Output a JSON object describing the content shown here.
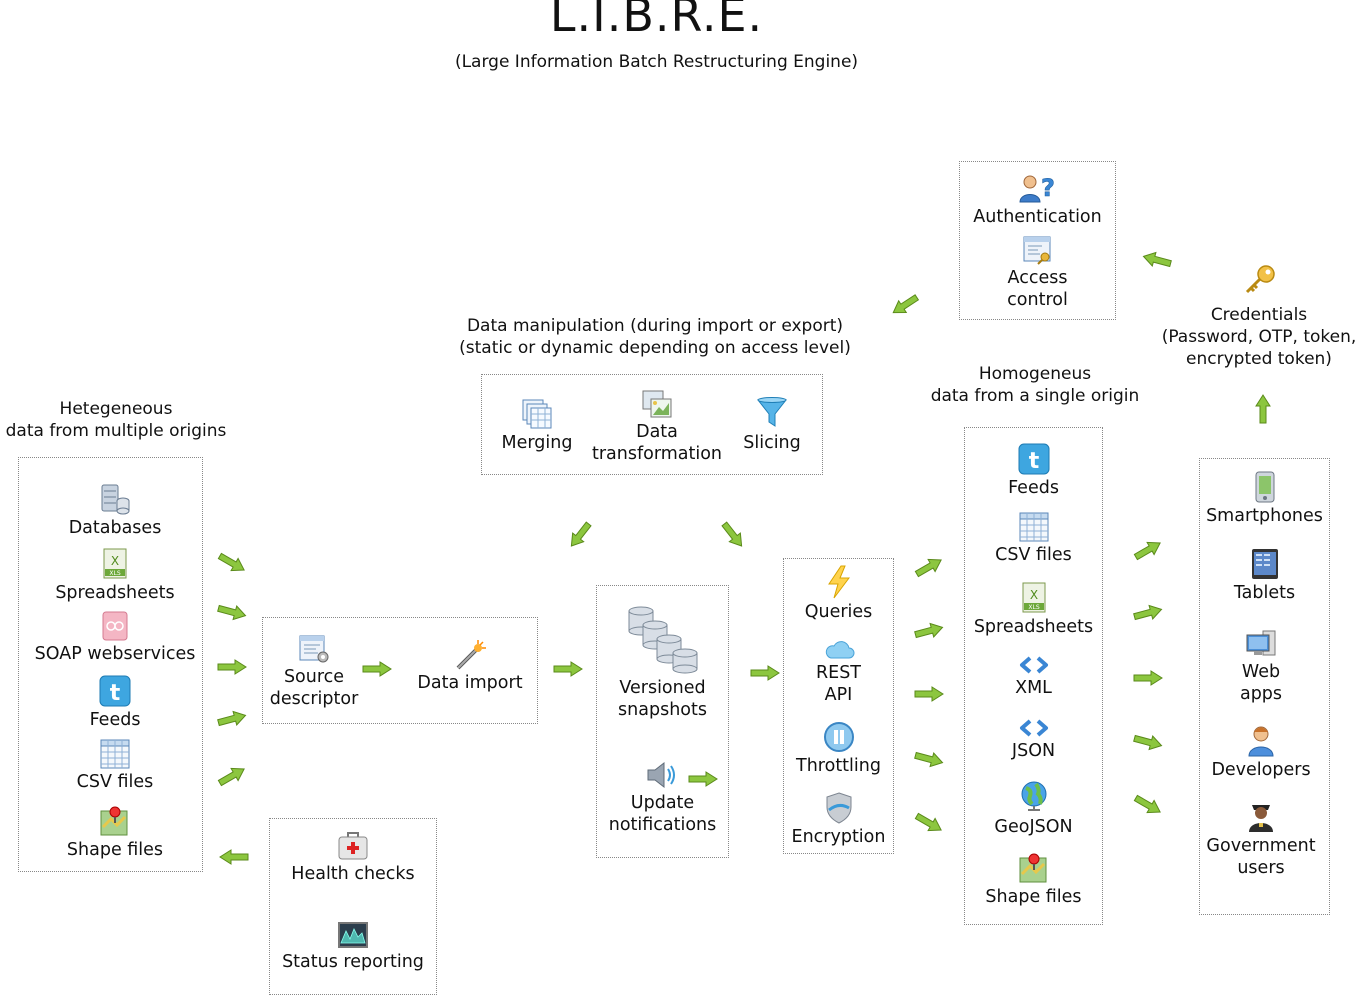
{
  "title": "L.I.B.R.E.",
  "subtitle": "(Large Information Batch Restructuring Engine)",
  "sources": {
    "caption": "Hetegeneous\ndata from multiple origins",
    "items": [
      "Databases",
      "Spreadsheets",
      "SOAP webservices",
      "Feeds",
      "CSV files",
      "Shape files"
    ]
  },
  "import": {
    "source_descriptor": "Source\ndescriptor",
    "data_import": "Data import"
  },
  "monitoring": {
    "health_checks": "Health checks",
    "status_reporting": "Status reporting"
  },
  "manipulation": {
    "caption": "Data manipulation (during import or export)\n(static or dynamic depending on access level)",
    "merging": "Merging",
    "transformation": "Data\ntransformation",
    "slicing": "Slicing"
  },
  "storage": {
    "snapshots": "Versioned\nsnapshots",
    "notifications": "Update\nnotifications"
  },
  "api": {
    "queries": "Queries",
    "rest": "REST\nAPI",
    "throttling": "Throttling",
    "encryption": "Encryption"
  },
  "security": {
    "authentication": "Authentication",
    "access_control": "Access\ncontrol"
  },
  "outputs": {
    "caption": "Homogeneus\ndata from a single origin",
    "items": [
      "Feeds",
      "CSV files",
      "Spreadsheets",
      "XML",
      "JSON",
      "GeoJSON",
      "Shape files"
    ]
  },
  "consumers": {
    "items": [
      "Smartphones",
      "Tablets",
      "Web\napps",
      "Developers",
      "Government\nusers"
    ]
  },
  "credentials": "Credentials\n(Password, OTP, token,\nencrypted token)",
  "colors": {
    "arrow_fill": "#8cc63f",
    "arrow_stroke": "#5a8a1a",
    "box_border": "#888888"
  }
}
